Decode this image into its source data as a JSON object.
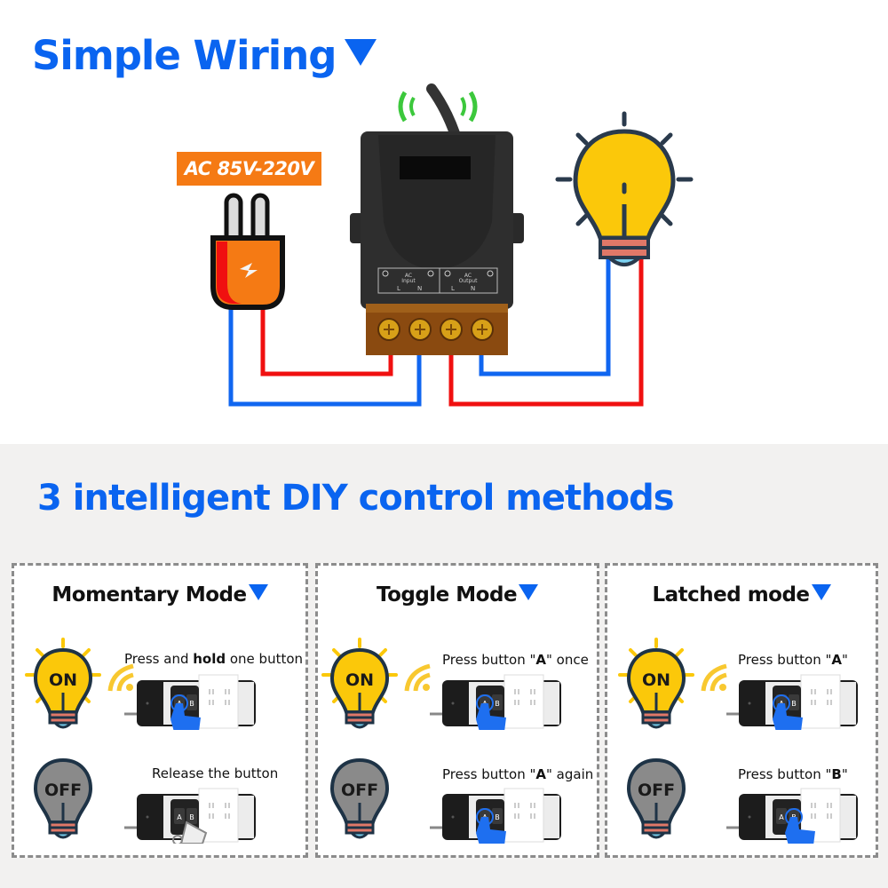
{
  "wiring": {
    "title": "Simple Wiring",
    "voltage_badge": "AC 85V-220V",
    "terminal_labels": {
      "input_title": "AC",
      "input_sub": "Input",
      "output_title": "AC",
      "output_sub": "Output",
      "l": "L",
      "n": "N"
    },
    "colors": {
      "accent_blue": "#0a64f0",
      "live_wire": "#f01010",
      "neutral_wire": "#1066f0",
      "badge_orange": "#f57a14",
      "bulb_yellow": "#fbc80a",
      "signal_green": "#3cc83c"
    }
  },
  "methods": {
    "title": "3 intelligent DIY control methods",
    "modes": [
      {
        "title": "Momentary Mode",
        "on_state": "ON",
        "off_state": "OFF",
        "step_on_parts": [
          "Press and ",
          "hold",
          " one button"
        ],
        "step_off": "Release the button"
      },
      {
        "title": "Toggle Mode",
        "on_state": "ON",
        "off_state": "OFF",
        "step_on_parts": [
          "Press button \"",
          "A",
          "\" once"
        ],
        "step_off_parts": [
          "Press button \"",
          "A",
          "\" again"
        ]
      },
      {
        "title": "Latched mode",
        "on_state": "ON",
        "off_state": "OFF",
        "step_on_parts": [
          "Press button \"",
          "A",
          "\""
        ],
        "step_off_parts": [
          "Press button \"",
          "B",
          "\""
        ]
      }
    ],
    "remote_buttons": [
      "A",
      "B"
    ]
  }
}
